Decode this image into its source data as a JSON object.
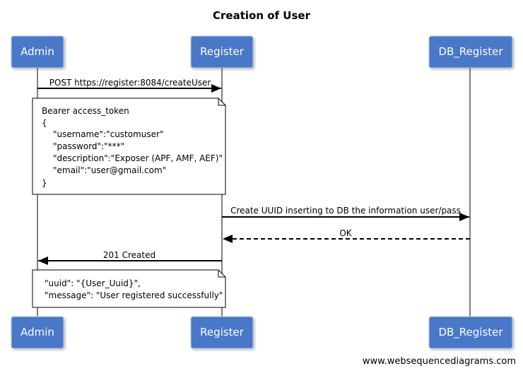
{
  "title": "Creation of User",
  "actors": {
    "admin": "Admin",
    "register": "Register",
    "db_register": "DB_Register"
  },
  "messages": {
    "post_create_user": "POST https://register:8084/createUser",
    "create_uuid": "Create UUID inserting to DB the information user/pass",
    "ok": "OK",
    "created": "201 Created"
  },
  "notes": {
    "request": [
      "Bearer access_token",
      "{",
      "\"username\":\"customuser\"",
      "\"password\":\"***\"",
      "\"description\":\"Exposer (APF, AMF, AEF)\"",
      "\"email\":\"user@gmail.com\"",
      "}"
    ],
    "response": [
      "\"uuid\": \"{User_Uuid}\",",
      "\"message\": \"User registered successfully\""
    ]
  },
  "footer": "www.websequencediagrams.com"
}
